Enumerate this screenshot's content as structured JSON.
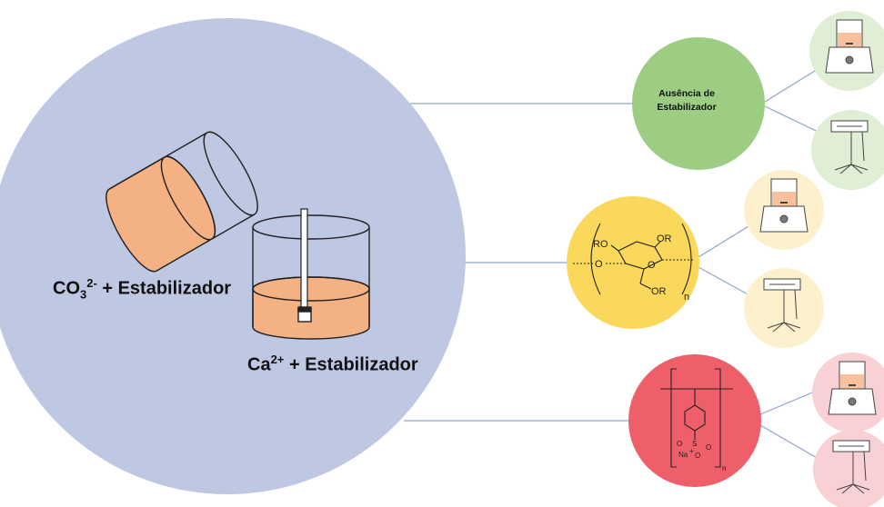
{
  "main_circle": {
    "color": "#bec8e3",
    "carbonate_label": {
      "base": "CO",
      "sub": "3",
      "sup": "2-",
      "rest": " + Estabilizador"
    },
    "calcium_label": {
      "base": "Ca",
      "sup": "2+",
      "rest": " + Estabilizador"
    }
  },
  "stabilizers": [
    {
      "id": "none",
      "color": "#9ccd83",
      "label_line1": "Ausência de",
      "label_line2": "Estabilizador"
    },
    {
      "id": "cellulose",
      "color": "#f9d85c",
      "structure_labels": [
        "RO",
        "OR",
        "O",
        "O",
        "OR",
        "n"
      ]
    },
    {
      "id": "pss",
      "color": "#ee5f6a",
      "structure_labels": [
        "O",
        "S",
        "O",
        "Na",
        "+",
        "O",
        "n"
      ]
    }
  ],
  "methods": [
    {
      "group": "none",
      "type": "magnetic-stirrer",
      "color": "#dfeed5"
    },
    {
      "group": "none",
      "type": "mechanical-stirrer",
      "color": "#dfeed5"
    },
    {
      "group": "cellulose",
      "type": "magnetic-stirrer",
      "color": "#fdf0cc"
    },
    {
      "group": "cellulose",
      "type": "mechanical-stirrer",
      "color": "#fdf0cc"
    },
    {
      "group": "pss",
      "type": "magnetic-stirrer",
      "color": "#f9d0d3"
    },
    {
      "group": "pss",
      "type": "mechanical-stirrer",
      "color": "#f9d0d3"
    }
  ],
  "liquid_color": "#f4b183",
  "line_color": "#8fa4c8"
}
